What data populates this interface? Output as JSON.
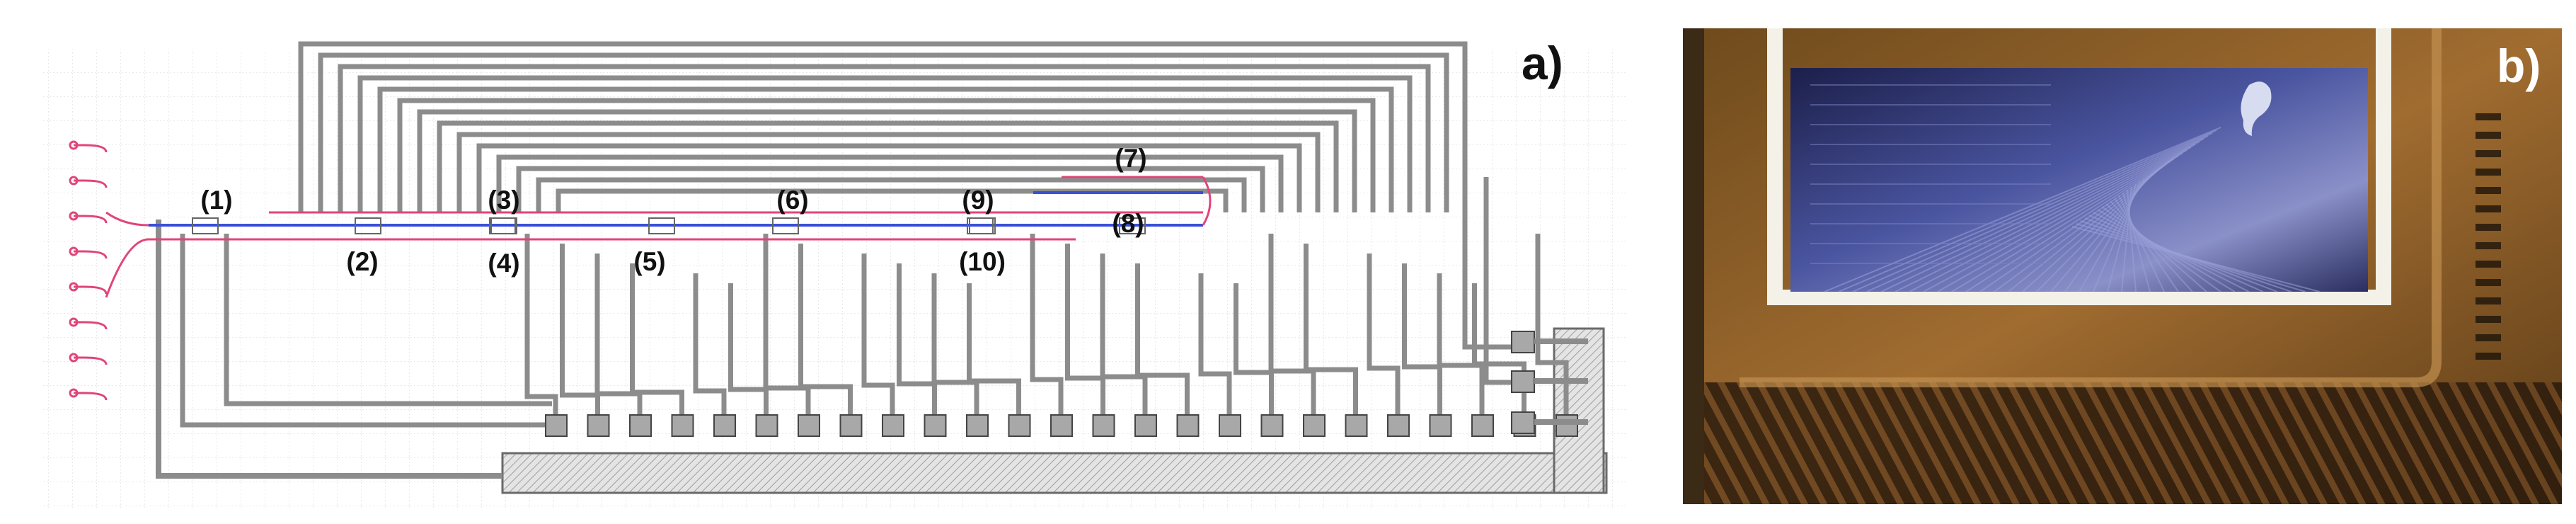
{
  "panel_a": {
    "label": "a)",
    "component_labels": [
      "(1)",
      "(2)",
      "(3)",
      "(4)",
      "(5)",
      "(6)",
      "(7)",
      "(8)",
      "(9)",
      "(10)"
    ]
  },
  "panel_b": {
    "label": "b)"
  },
  "colors": {
    "trace": "#8c8c8c",
    "waveguide": "#e0457a",
    "waveguide_blue": "#3a4fd8",
    "pad_fill": "#a8a8a8",
    "photo_gold": "#9a6a2a",
    "photo_chip": "#3a3f7a"
  }
}
